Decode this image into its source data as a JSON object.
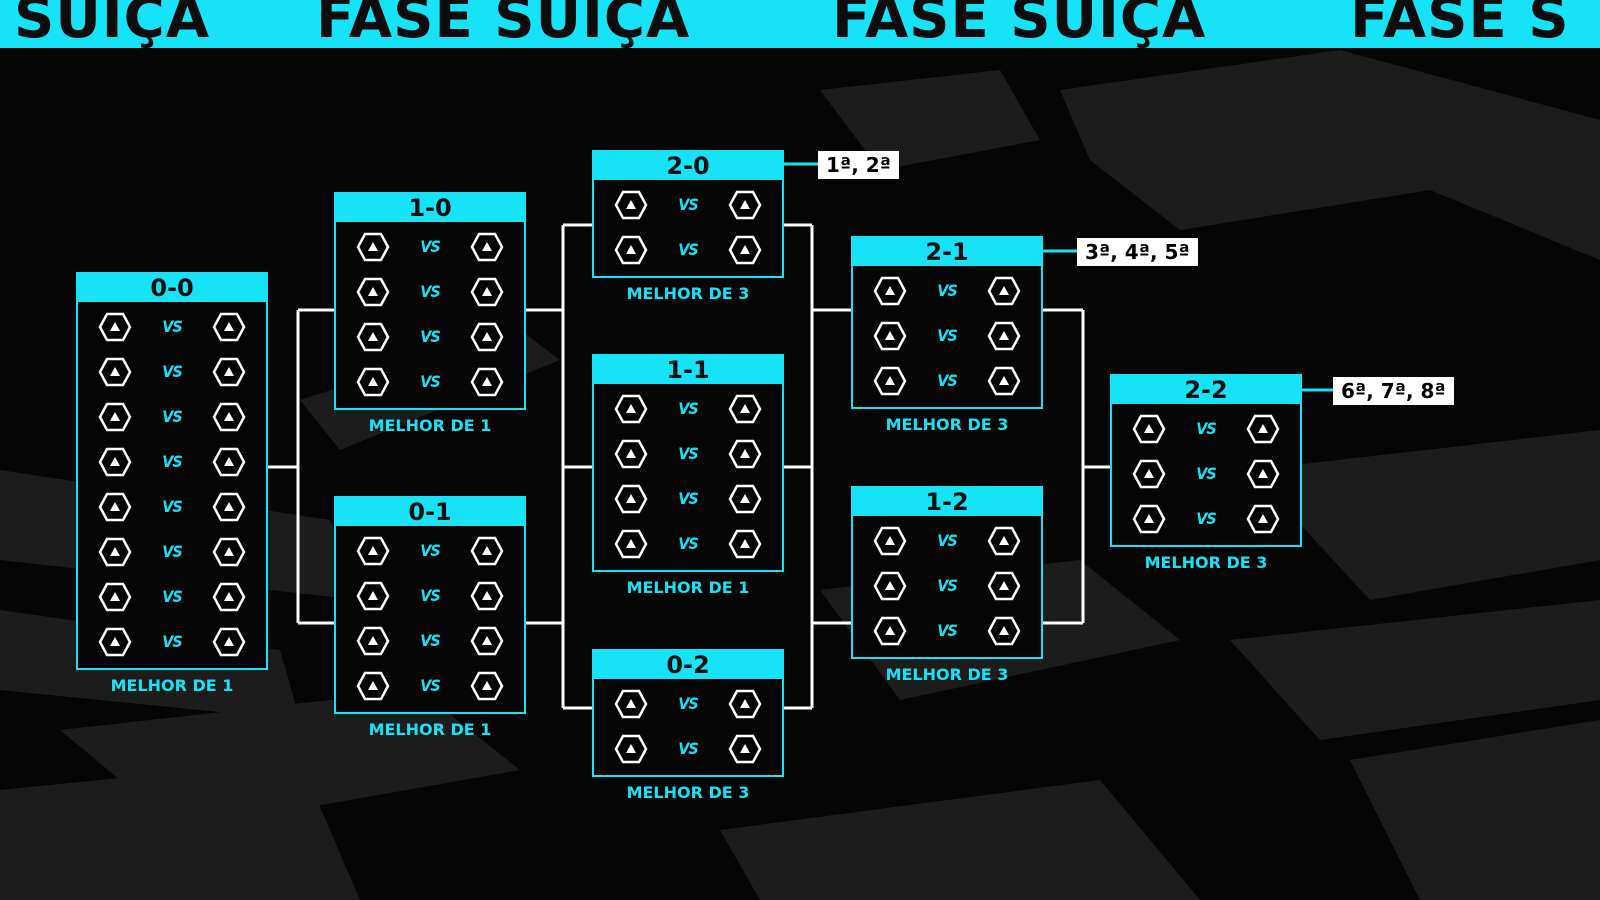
{
  "banner": {
    "segments": [
      "SUIÇA",
      "FASE SUIÇA",
      "FASE SUIÇA",
      "FASE S"
    ]
  },
  "colors": {
    "accent": "#16e3f7",
    "background": "#050505",
    "bg_shape": "#1c1c1c",
    "connector": "#ffffff",
    "placement_bg": "#ffffff"
  },
  "vs_label": "VS",
  "icons": {
    "team_slot": "hexagon-team-placeholder-icon"
  },
  "rounds": [
    {
      "record": "0-0",
      "matches": 8,
      "format": "MELHOR DE 1"
    },
    {
      "record": "1-0",
      "matches": 4,
      "format": "MELHOR DE 1"
    },
    {
      "record": "0-1",
      "matches": 4,
      "format": "MELHOR DE 1"
    },
    {
      "record": "2-0",
      "matches": 2,
      "format": "MELHOR DE 3",
      "placement": "1ª, 2ª"
    },
    {
      "record": "1-1",
      "matches": 4,
      "format": "MELHOR DE 1"
    },
    {
      "record": "0-2",
      "matches": 2,
      "format": "MELHOR DE 3"
    },
    {
      "record": "2-1",
      "matches": 3,
      "format": "MELHOR DE 3",
      "placement": "3ª, 4ª, 5ª"
    },
    {
      "record": "1-2",
      "matches": 3,
      "format": "MELHOR DE 3"
    },
    {
      "record": "2-2",
      "matches": 3,
      "format": "MELHOR DE 3",
      "placement": "6ª, 7ª, 8ª"
    }
  ]
}
